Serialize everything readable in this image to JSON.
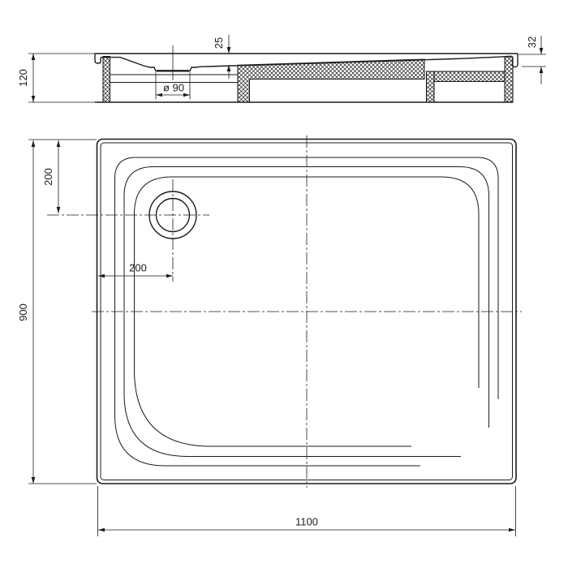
{
  "drawing": {
    "type": "technical-drawing-shower-tray",
    "section_view": {
      "dimensions": {
        "overall_height": "120",
        "basin_depth": "25",
        "drain_diameter": "ø 90",
        "rim_edge_height": "32"
      }
    },
    "plan_view": {
      "dimensions": {
        "drain_offset_from_top": "200",
        "drain_offset_from_left": "200",
        "overall_depth": "900",
        "overall_width": "1100"
      }
    },
    "colors": {
      "line": "#1b1b1b",
      "background": "#ffffff"
    }
  }
}
